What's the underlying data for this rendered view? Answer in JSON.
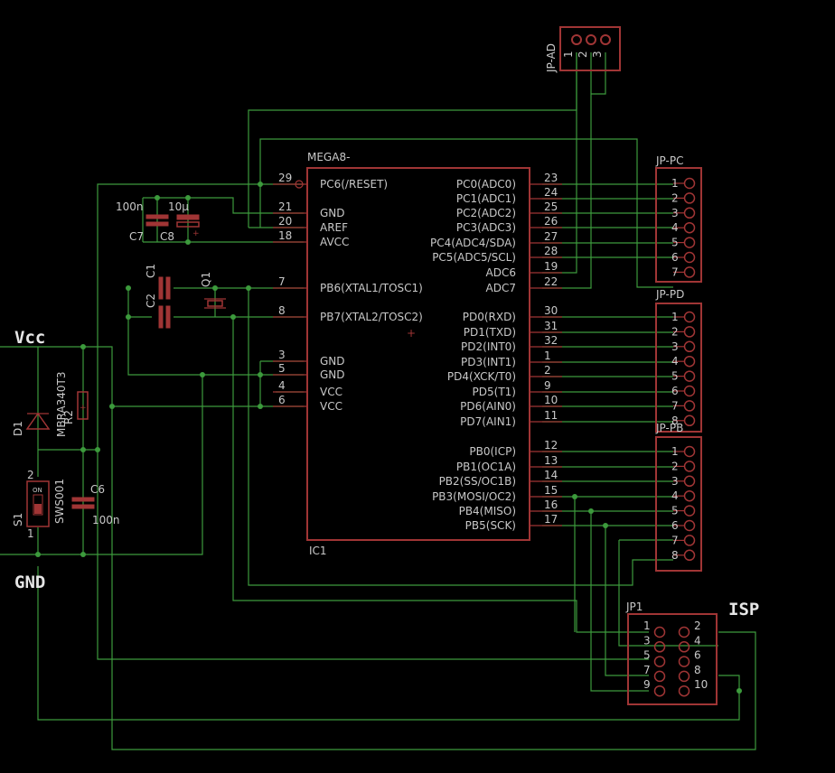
{
  "labels": {
    "vcc": "Vcc",
    "gnd": "GND",
    "isp": "ISP"
  },
  "ic": {
    "name": "MEGA8-",
    "ref": "IC1",
    "left_pins": [
      {
        "num": "29",
        "name": "PC6(/RESET)"
      },
      {
        "num": "21",
        "name": "GND"
      },
      {
        "num": "20",
        "name": "AREF"
      },
      {
        "num": "18",
        "name": "AVCC"
      },
      {
        "num": "7",
        "name": "PB6(XTAL1/TOSC1)"
      },
      {
        "num": "8",
        "name": "PB7(XTAL2/TOSC2)"
      },
      {
        "num": "3",
        "name": "GND"
      },
      {
        "num": "5",
        "name": "GND"
      },
      {
        "num": "4",
        "name": "VCC"
      },
      {
        "num": "6",
        "name": "VCC"
      }
    ],
    "right_pins": [
      {
        "num": "23",
        "name": "PC0(ADC0)"
      },
      {
        "num": "24",
        "name": "PC1(ADC1)"
      },
      {
        "num": "25",
        "name": "PC2(ADC2)"
      },
      {
        "num": "26",
        "name": "PC3(ADC3)"
      },
      {
        "num": "27",
        "name": "PC4(ADC4/SDA)"
      },
      {
        "num": "28",
        "name": "PC5(ADC5/SCL)"
      },
      {
        "num": "19",
        "name": "ADC6"
      },
      {
        "num": "22",
        "name": "ADC7"
      },
      {
        "num": "30",
        "name": "PD0(RXD)"
      },
      {
        "num": "31",
        "name": "PD1(TXD)"
      },
      {
        "num": "32",
        "name": "PD2(INT0)"
      },
      {
        "num": "1",
        "name": "PD3(INT1)"
      },
      {
        "num": "2",
        "name": "PD4(XCK/T0)"
      },
      {
        "num": "9",
        "name": "PD5(T1)"
      },
      {
        "num": "10",
        "name": "PD6(AIN0)"
      },
      {
        "num": "11",
        "name": "PD7(AIN1)"
      },
      {
        "num": "12",
        "name": "PB0(ICP)"
      },
      {
        "num": "13",
        "name": "PB1(OC1A)"
      },
      {
        "num": "14",
        "name": "PB2(SS/OC1B)"
      },
      {
        "num": "15",
        "name": "PB3(MOSI/OC2)"
      },
      {
        "num": "16",
        "name": "PB4(MISO)"
      },
      {
        "num": "17",
        "name": "PB5(SCK)"
      }
    ]
  },
  "connectors": {
    "jp_ad": {
      "name": "JP-AD",
      "pins": [
        "1",
        "2",
        "3"
      ]
    },
    "jp_pc": {
      "name": "JP-PC",
      "pins": [
        "1",
        "2",
        "3",
        "4",
        "5",
        "6",
        "7"
      ]
    },
    "jp_pd": {
      "name": "JP-PD",
      "pins": [
        "1",
        "2",
        "3",
        "4",
        "5",
        "6",
        "7",
        "8"
      ]
    },
    "jp_pb": {
      "name": "JP-PB",
      "pins": [
        "1",
        "2",
        "3",
        "4",
        "5",
        "6",
        "7",
        "8"
      ]
    },
    "jp1": {
      "name": "JP1",
      "pins": [
        "1",
        "2",
        "3",
        "4",
        "5",
        "6",
        "7",
        "8",
        "9",
        "10"
      ]
    }
  },
  "parts": {
    "c7": {
      "ref": "C7",
      "value": "100n"
    },
    "c8": {
      "ref": "C8",
      "value": "10µ"
    },
    "c1": {
      "ref": "C1"
    },
    "c2": {
      "ref": "C2"
    },
    "q1": {
      "ref": "Q1"
    },
    "r2": {
      "ref": "R2"
    },
    "d1": {
      "ref": "D1",
      "value": "MBRA340T3"
    },
    "s1": {
      "ref": "S1",
      "value": "SWS001",
      "pin_top": "2",
      "pin_bottom": "1",
      "on_text": "ON"
    },
    "c6": {
      "ref": "C6",
      "value": "100n"
    }
  }
}
